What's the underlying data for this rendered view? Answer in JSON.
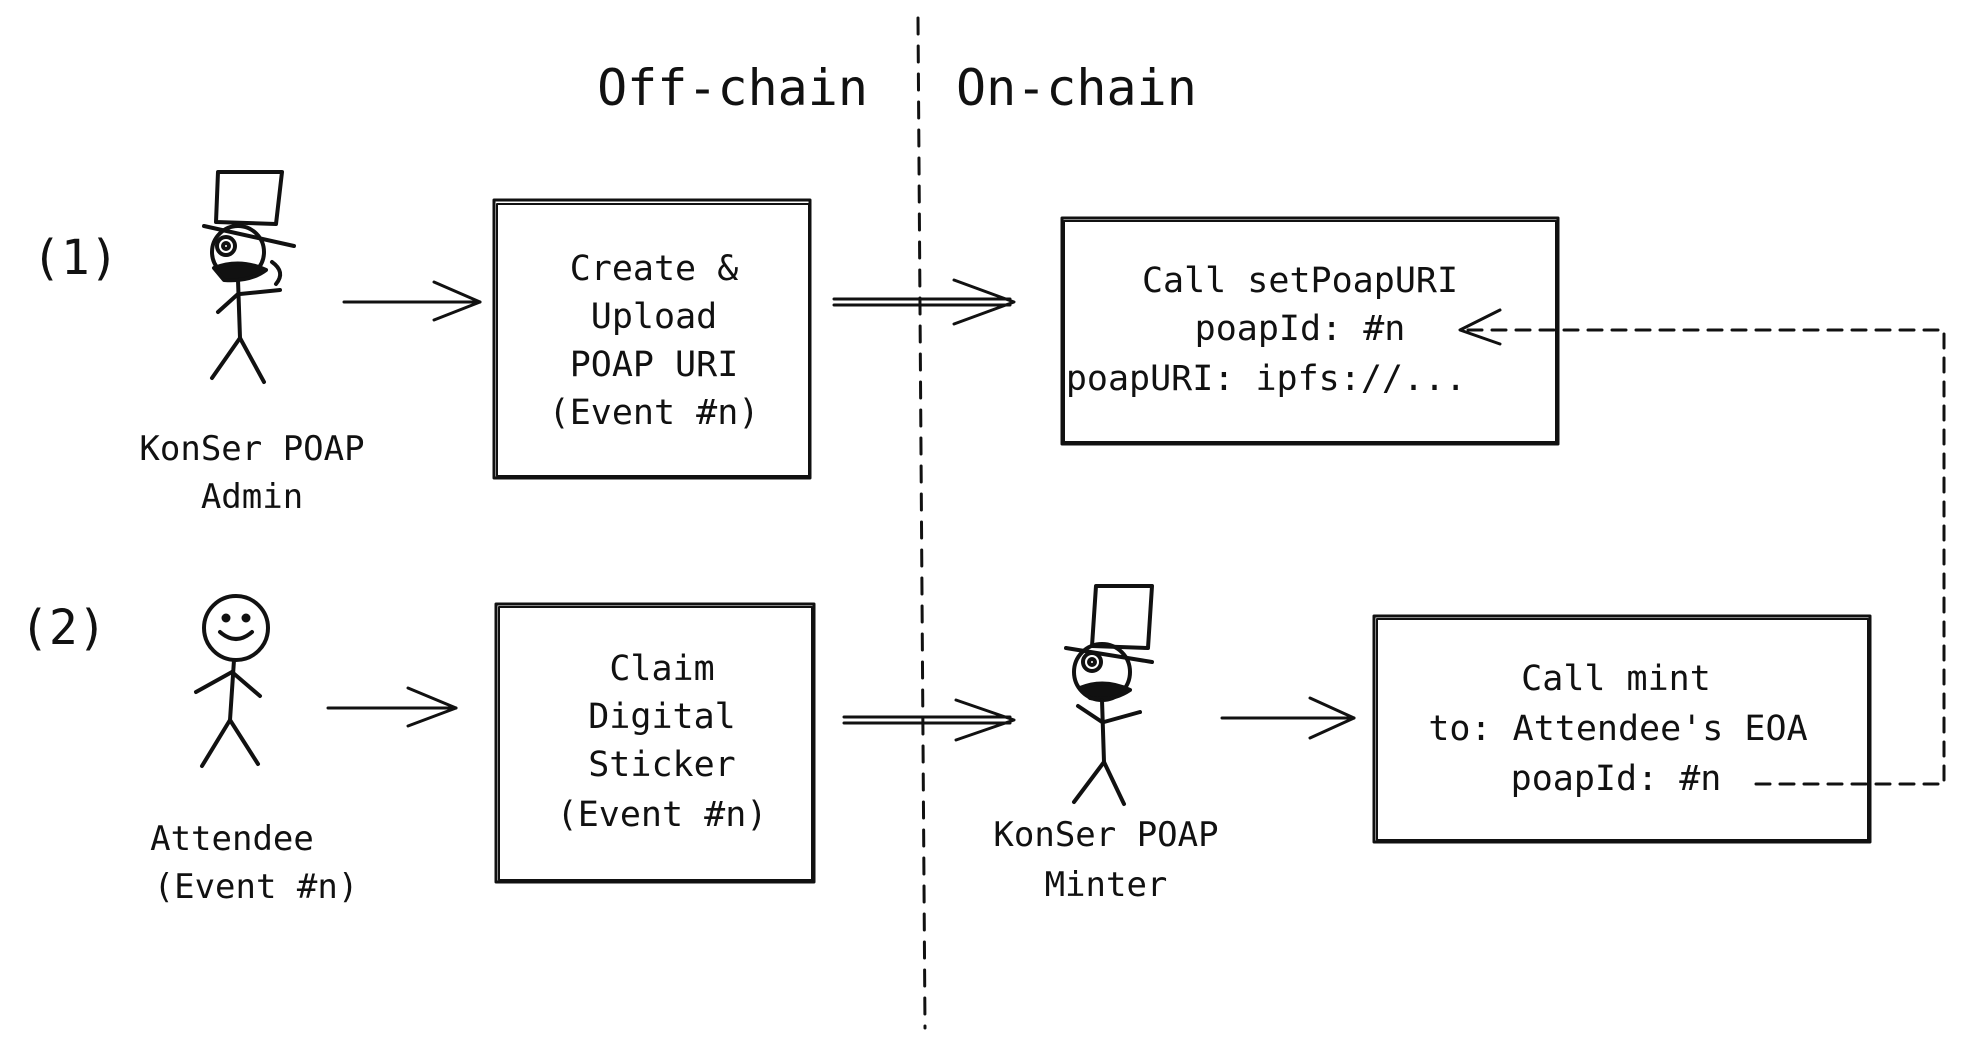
{
  "headings": {
    "off_chain": "Off-chain",
    "on_chain": "On-chain"
  },
  "steps": {
    "step1": "(1)",
    "step2": "(2)"
  },
  "actors": {
    "admin": [
      "KonSer POAP",
      "Admin"
    ],
    "attendee": [
      "Attendee",
      "(Event #n)"
    ],
    "minter": [
      "KonSer POAP",
      "Minter"
    ]
  },
  "boxes": {
    "create_upload": [
      "Create &",
      "Upload",
      "POAP URI",
      "(Event #n)"
    ],
    "set_uri": [
      "Call setPoapURI",
      "poapId: #n",
      "poapURI: ipfs://..."
    ],
    "claim": [
      "Claim",
      "Digital",
      "Sticker",
      "(Event #n)"
    ],
    "mint": [
      "Call mint",
      "to: Attendee's EOA",
      "poapId: #n"
    ]
  },
  "colors": {
    "ink": "#111111",
    "background": "#ffffff"
  }
}
